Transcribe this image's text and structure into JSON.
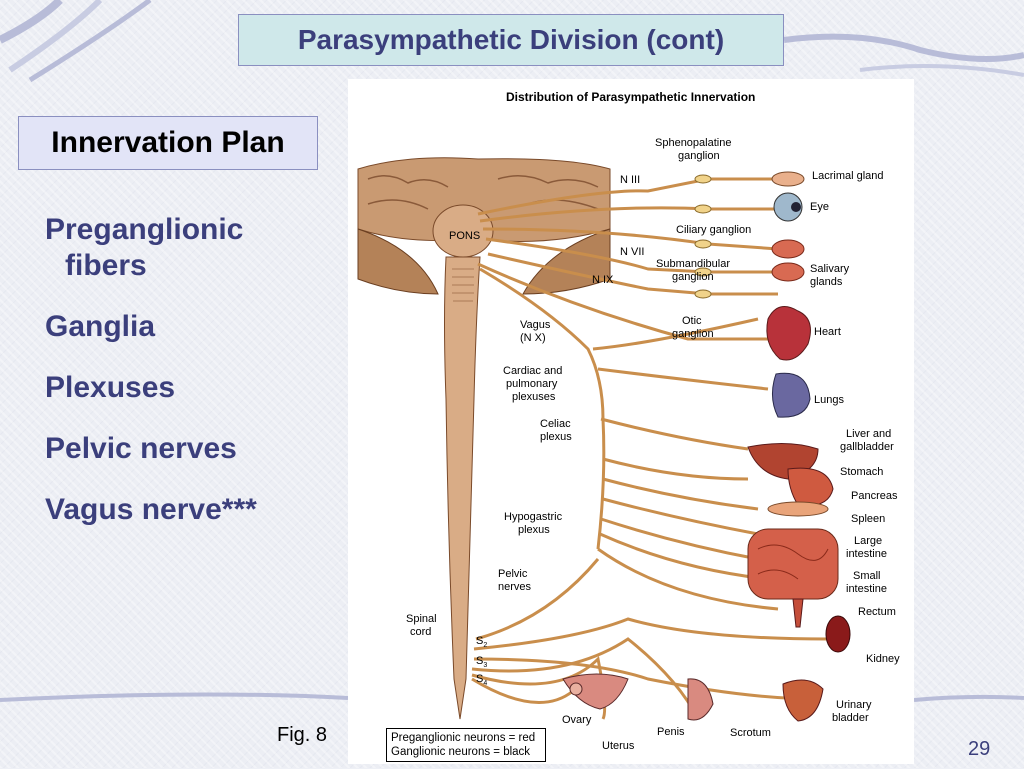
{
  "slide": {
    "title": "Parasympathetic Division (cont)",
    "subtitle": "Innervation Plan",
    "bullets": [
      {
        "line1": "Preganglionic",
        "line2": "fibers"
      },
      {
        "line1": "Ganglia"
      },
      {
        "line1": "Plexuses"
      },
      {
        "line1": "Pelvic nerves"
      },
      {
        "line1": "Vagus nerve***"
      }
    ],
    "fig_label": "Fig. 8",
    "page_number": "29"
  },
  "figure": {
    "heading": "Distribution of Parasympathetic Innervation",
    "labels": {
      "sphenopalatine": [
        "Sphenopalatine",
        "ganglion"
      ],
      "n3": "N III",
      "pons": "PONS",
      "lacrimal": "Lacrimal gland",
      "eye": "Eye",
      "ciliary": "Ciliary ganglion",
      "n7": "N VII",
      "submandibular": [
        "Submandibular",
        "ganglion"
      ],
      "n9": "N IX",
      "salivary": [
        "Salivary",
        "glands"
      ],
      "otic": [
        "Otic",
        "ganglion"
      ],
      "vagus": [
        "Vagus",
        "(N X)"
      ],
      "heart": "Heart",
      "cardiac": [
        "Cardiac and",
        "pulmonary",
        "plexuses"
      ],
      "lungs": "Lungs",
      "celiac": [
        "Celiac",
        "plexus"
      ],
      "liver": [
        "Liver and",
        "gallbladder"
      ],
      "stomach": "Stomach",
      "pancreas": "Pancreas",
      "hypogastric": [
        "Hypogastric",
        "plexus"
      ],
      "spleen": "Spleen",
      "large_intestine": [
        "Large",
        "intestine"
      ],
      "small_intestine": [
        "Small",
        "intestine"
      ],
      "pelvic": [
        "Pelvic",
        "nerves"
      ],
      "rectum": "Rectum",
      "spinal": [
        "Spinal",
        "cord"
      ],
      "s2": "S",
      "s3": "S",
      "s4": "S",
      "s2_sub": "2",
      "s3_sub": "3",
      "s4_sub": "4",
      "kidney": "Kidney",
      "ovary": "Ovary",
      "uterus": "Uterus",
      "penis": "Penis",
      "scrotum": "Scrotum",
      "urinary": [
        "Urinary",
        "bladder"
      ]
    },
    "legend": [
      "Preganglionic neurons = red",
      "Ganglionic neurons = black"
    ]
  }
}
